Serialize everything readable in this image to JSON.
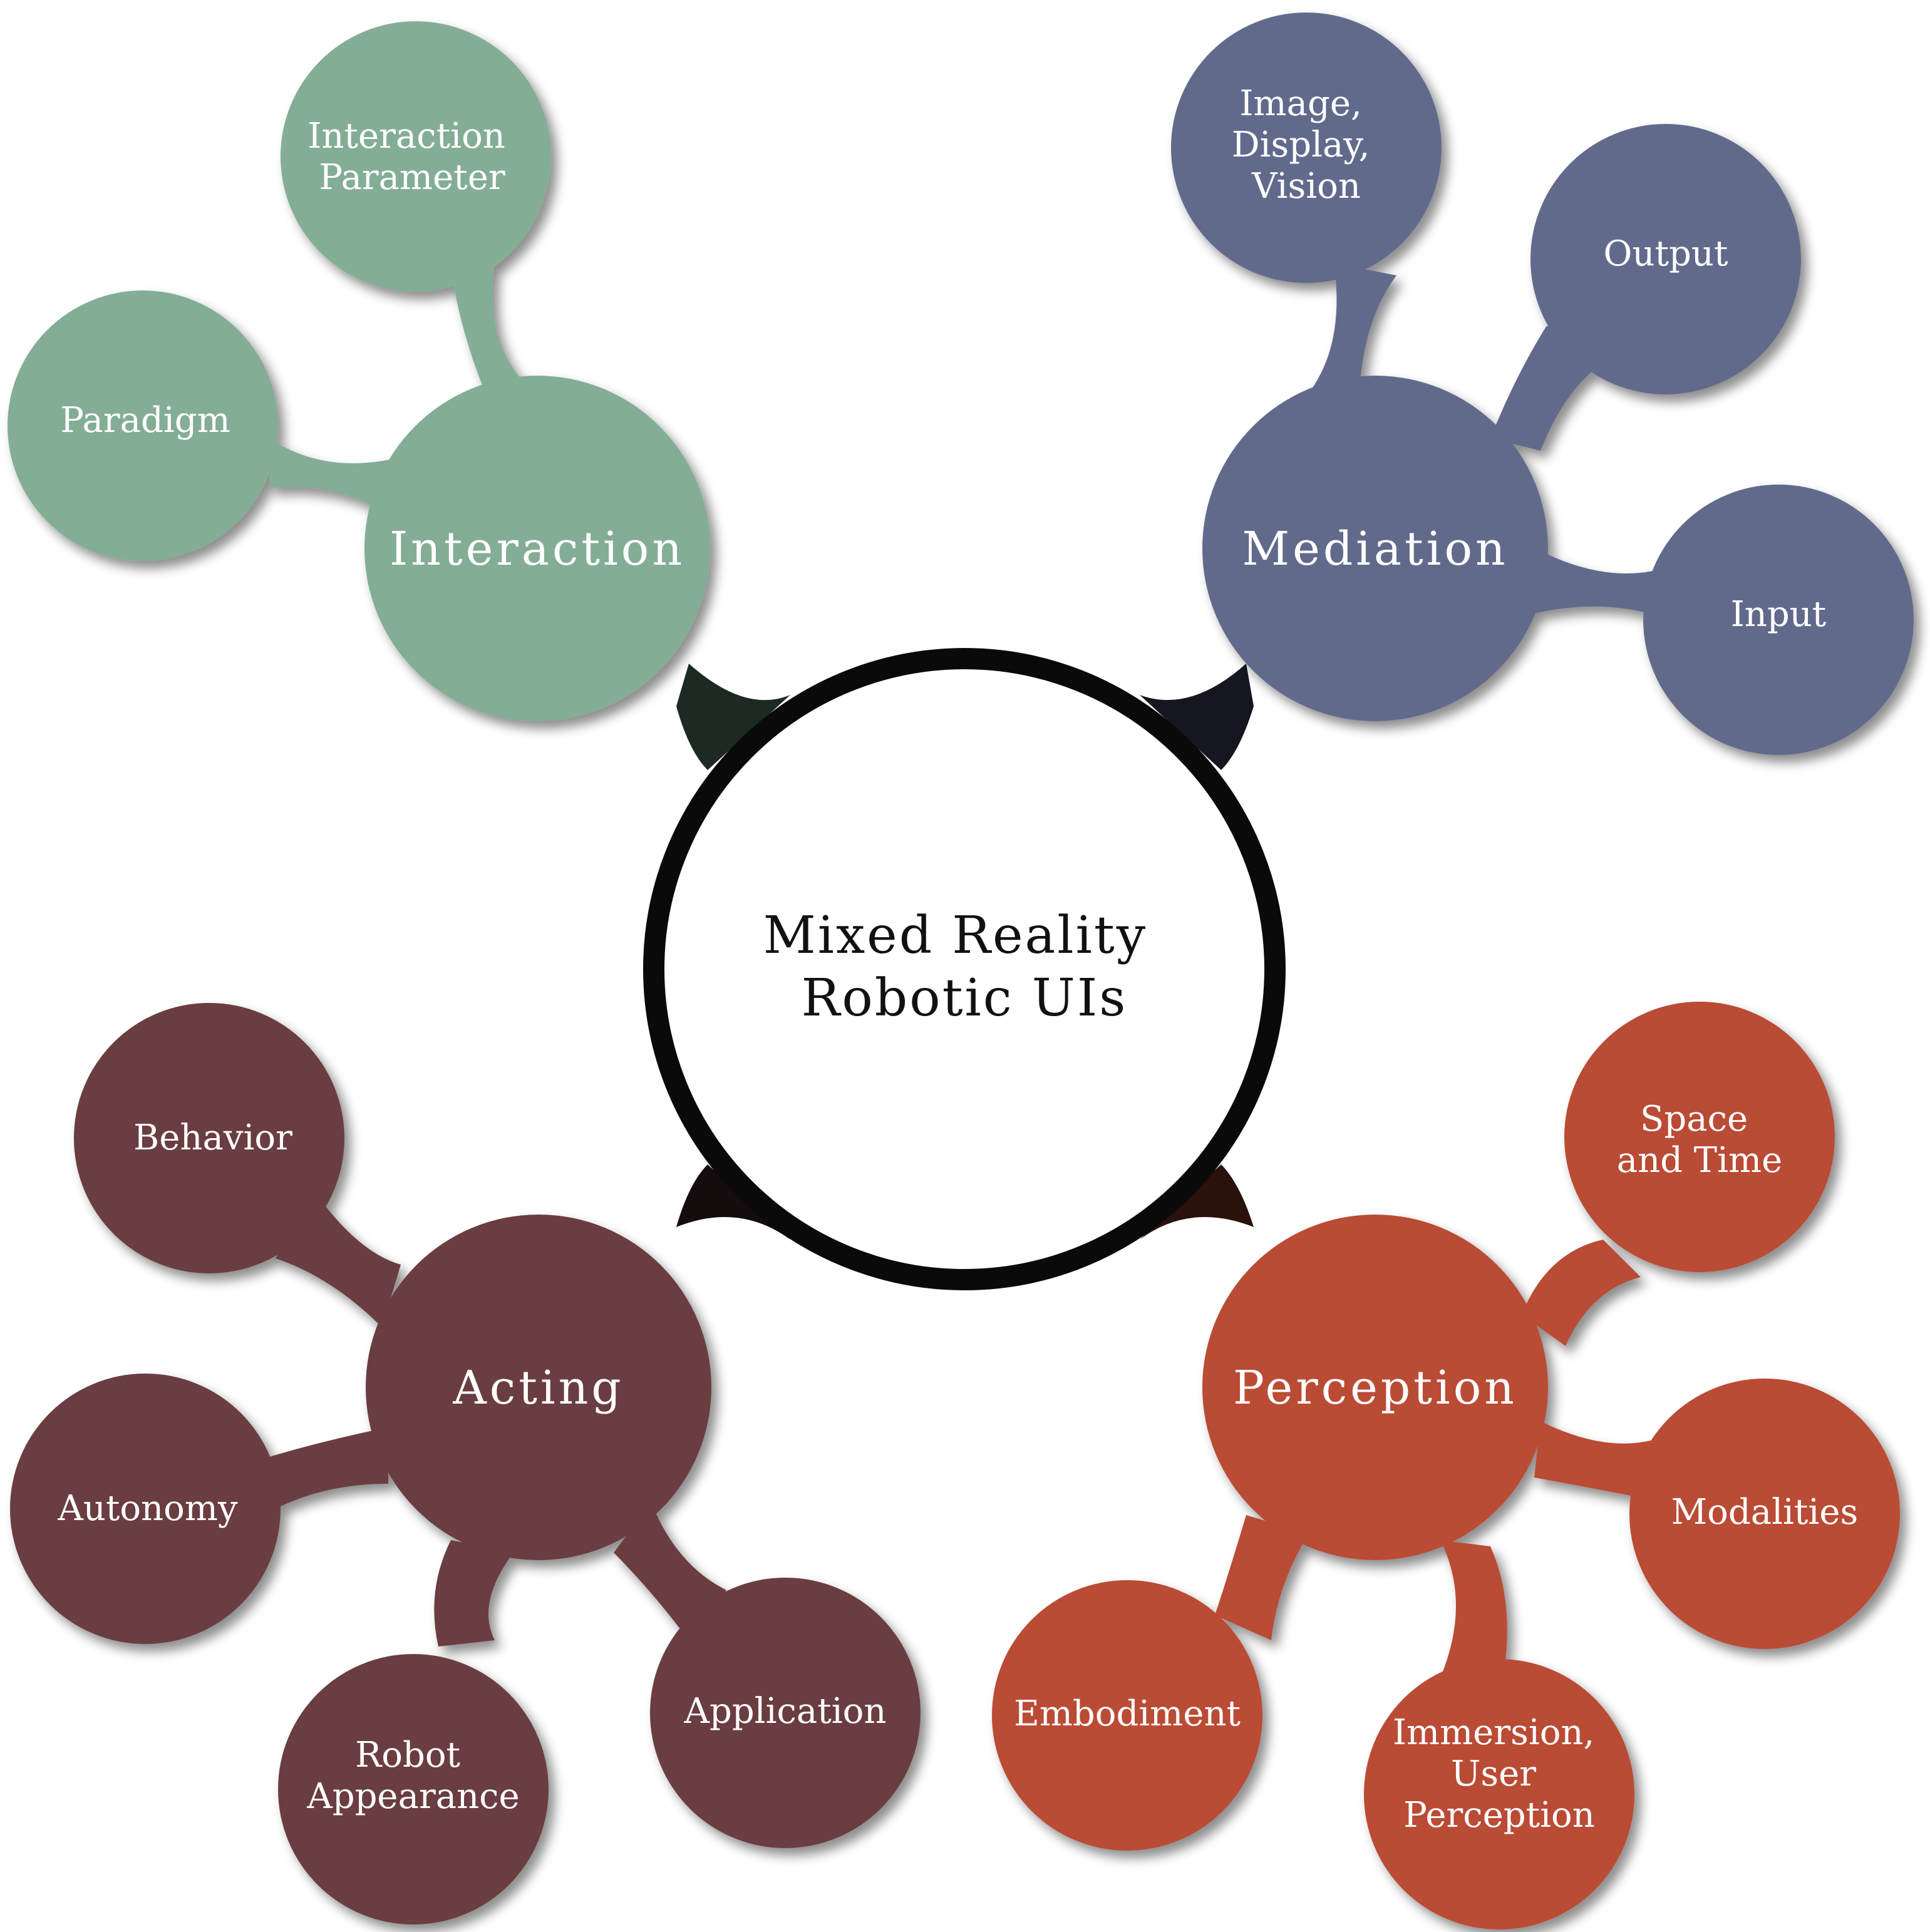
{
  "center": {
    "lines": [
      "Mixed Reality",
      "Robotic UIs"
    ]
  },
  "colors": {
    "interaction": "#84ad96",
    "mediation": "#626a8c",
    "acting": "#6b3e40",
    "perception": "#ba4c34",
    "center_ring": "#0a0a0a",
    "center_fill": "#ffffff"
  },
  "categories": {
    "interaction": {
      "label": "Interaction",
      "leaves": [
        {
          "lines": [
            "Interaction",
            "Parameter"
          ]
        },
        {
          "lines": [
            "Paradigm"
          ]
        }
      ]
    },
    "mediation": {
      "label": "Mediation",
      "leaves": [
        {
          "lines": [
            "Image,",
            "Display,",
            "Vision"
          ]
        },
        {
          "lines": [
            "Output"
          ]
        },
        {
          "lines": [
            "Input"
          ]
        }
      ]
    },
    "acting": {
      "label": "Acting",
      "leaves": [
        {
          "lines": [
            "Behavior"
          ]
        },
        {
          "lines": [
            "Autonomy"
          ]
        },
        {
          "lines": [
            "Robot",
            "Appearance"
          ]
        },
        {
          "lines": [
            "Application"
          ]
        }
      ]
    },
    "perception": {
      "label": "Perception",
      "leaves": [
        {
          "lines": [
            "Space",
            "and Time"
          ]
        },
        {
          "lines": [
            "Modalities"
          ]
        },
        {
          "lines": [
            "Immersion,",
            "User",
            "Perception"
          ]
        },
        {
          "lines": [
            "Embodiment"
          ]
        }
      ]
    }
  }
}
